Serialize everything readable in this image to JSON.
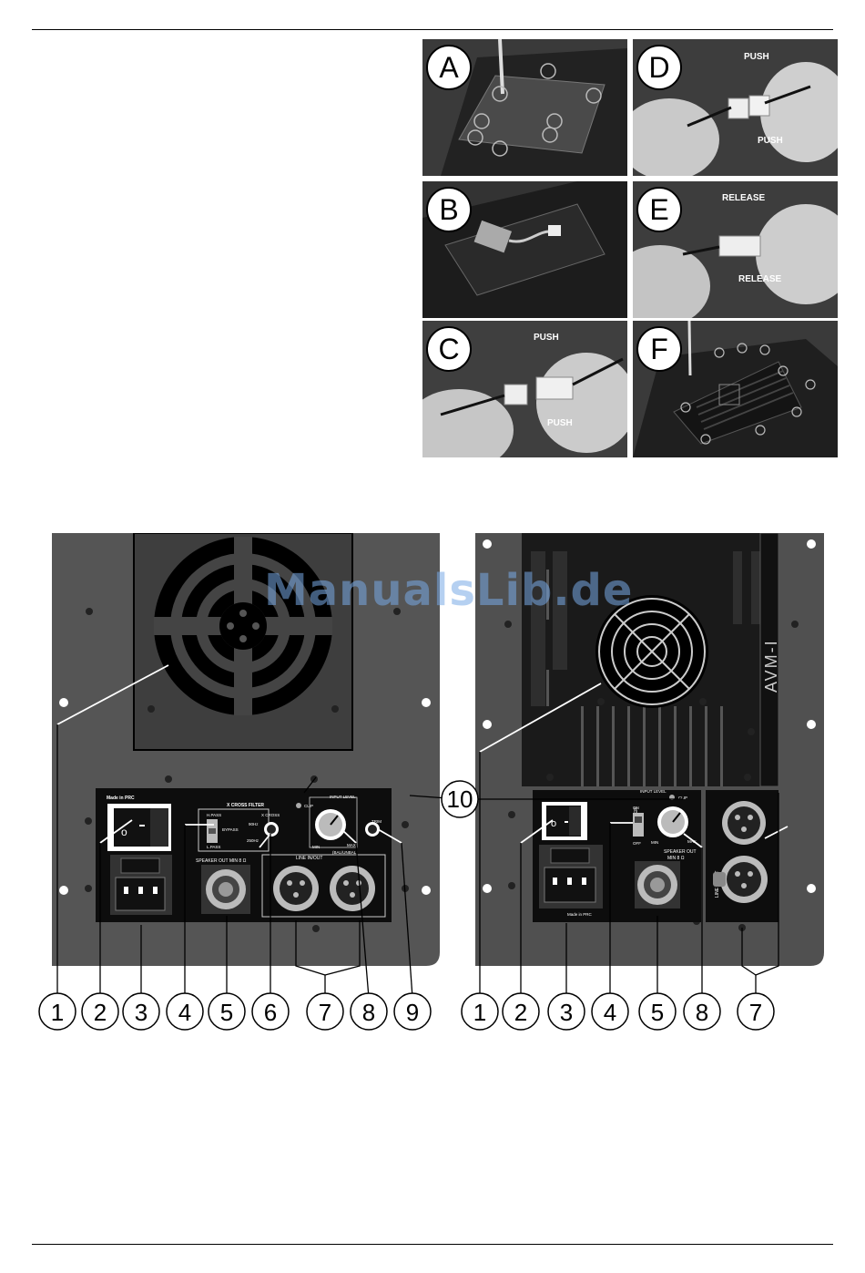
{
  "photos": [
    {
      "letter": "A",
      "captions": []
    },
    {
      "letter": "D",
      "captions": [
        "PUSH",
        "PUSH"
      ]
    },
    {
      "letter": "B",
      "captions": []
    },
    {
      "letter": "E",
      "captions": [
        "RELEASE",
        "RELEASE"
      ]
    },
    {
      "letter": "C",
      "captions": [
        "PUSH",
        "PUSH"
      ]
    },
    {
      "letter": "F",
      "captions": []
    }
  ],
  "left_panel": {
    "made_in": "Made in PRC",
    "xcross_title": "X CROSS FILTER",
    "hpass": "H.PASS",
    "bypass": "BYPASS",
    "lpass": "L.PASS",
    "xcross": "X CROSS",
    "f90": "90Hz",
    "f250": "250Hz",
    "clip": "CLIP",
    "input_level": "INPUT LEVEL",
    "min": "MIN",
    "max": "MAX",
    "bal": "(BAL/UNBAL)",
    "trim": "TRIM",
    "speaker_out": "SPEAKER OUT MIN 8 Ω",
    "line_in_out": "LINE IN/OUT"
  },
  "right_panel": {
    "brand": "AVM-I",
    "input_level": "INPUT LEVEL",
    "clip": "CLIP",
    "power": "POWER",
    "on": "ON",
    "off": "OFF",
    "min": "MIN",
    "max": "MAX",
    "speaker_out": "SPEAKER OUT",
    "speaker_min": "MIN 8 Ω",
    "made_in": "Made in PRC",
    "line_in_out": "LINE IN/OUT"
  },
  "callouts_left": [
    "1",
    "2",
    "3",
    "4",
    "5",
    "6",
    "7",
    "8",
    "9"
  ],
  "callouts_right": [
    "1",
    "2",
    "3",
    "4",
    "5",
    "8",
    "7"
  ],
  "callout_ten": "10",
  "watermark": "ManualsLib.de"
}
